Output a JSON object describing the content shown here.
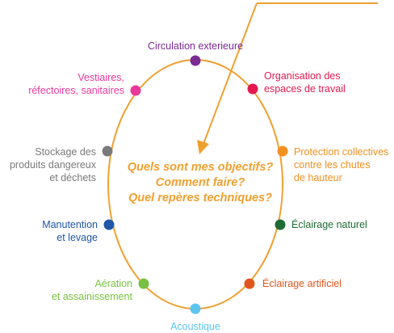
{
  "colors": {
    "ellipse": "#f0a030",
    "arrow": "#f0a030",
    "central_text": "#f0a030"
  },
  "central": {
    "lines": [
      "Quels sont mes objectifs?",
      "Comment faire?",
      "Quel repères techniques?"
    ]
  },
  "nodes": [
    {
      "id": "circulation",
      "lines": [
        "Circulation exterieure"
      ],
      "color": "#7b2a94"
    },
    {
      "id": "organisation",
      "lines": [
        "Organisation des",
        "espaces de travail"
      ],
      "color": "#e4194f"
    },
    {
      "id": "protection",
      "lines": [
        "Protection collectives",
        "contre les chutes",
        "de hauteur"
      ],
      "color": "#f39022"
    },
    {
      "id": "eclairage-naturel",
      "lines": [
        "Éclairage naturel"
      ],
      "color": "#1e6b34"
    },
    {
      "id": "eclairage-artificiel",
      "lines": [
        "Éclairage artificiel"
      ],
      "color": "#e0561f"
    },
    {
      "id": "acoustique",
      "lines": [
        "Acoustique"
      ],
      "color": "#5bc5f0"
    },
    {
      "id": "aeration",
      "lines": [
        "Aération",
        "et assainissement"
      ],
      "color": "#79c143"
    },
    {
      "id": "manutention",
      "lines": [
        "Manutention",
        "et levage"
      ],
      "color": "#1f56a8"
    },
    {
      "id": "stockage",
      "lines": [
        "Stockage des",
        "produits dangereux",
        "et déchets"
      ],
      "color": "#7a7a7a"
    },
    {
      "id": "vestiaires",
      "lines": [
        "Vestiaires,",
        "réfectoires, sanitaires"
      ],
      "color": "#e8399b"
    }
  ]
}
